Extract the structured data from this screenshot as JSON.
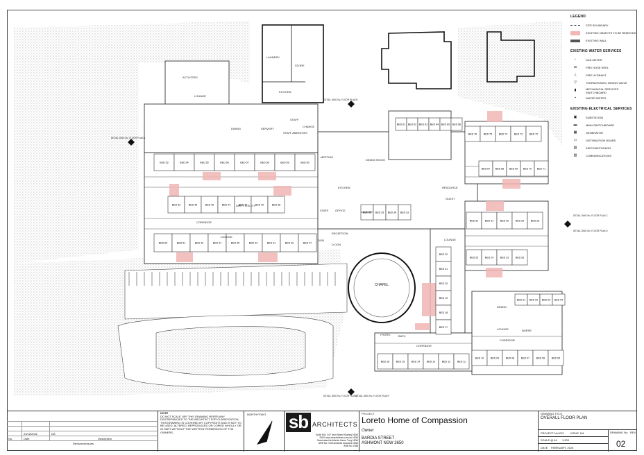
{
  "legend": {
    "title": "LEGEND",
    "items": [
      "SITE BOUNDARY",
      "EXISTING OBJECTS TO BE REMOVED",
      "EXISTING WALL"
    ],
    "water_title": "EXISTING WATER SERVICES",
    "water_items": [
      "GAS METER",
      "FIRE HOSE REEL",
      "FIRE HYDRANT",
      "THERMOSTATIC MIXING VALVE",
      "MECHANICAL SERVICES SWITCHBOARD",
      "WATER METER"
    ],
    "elec_title": "EXISTING ELECTRICAL SERVICES",
    "elec_items": [
      "SUBSTATION",
      "MAIN SWITCHBOARD",
      "GENERATOR",
      "DISTRIBUTION BOARD",
      "AIRCONDITIONING",
      "COMMUNICATIONS"
    ]
  },
  "rooms": {
    "activities": "ACTIVITIES",
    "lounge": "LOUNGE",
    "laundry": "LAUNDRY",
    "store": "STORE",
    "kitchen": "KITCHEN",
    "dining": "DINING",
    "servery": "SERVERY",
    "staff": "STAFF",
    "change": "CHANGE",
    "staff_amenities": "STAFF AMENITIES",
    "meeting": "MEETING",
    "dining_room": "DINING ROOM",
    "kitchen2": "KITCHEN",
    "resource": "RESOURCE",
    "guest": "GUEST",
    "corridor": "CORRIDOR",
    "dirty_utility": "DIRTY UTILITY",
    "staff_office": "STAFF",
    "office": "OFFICE",
    "reception": "RECEPTION",
    "don": "DON",
    "d_don": "D DON",
    "chapel": "CHAPEL",
    "bath": "BATH",
    "lounge2": "LOUNGE",
    "nurse": "NURSE",
    "corridor2": "CORRIDOR",
    "corridor3": "CORRIDOR",
    "dining2": "DINING",
    "lounge3": "LOUNGE",
    "lounge4": "LOUNGE",
    "lounge5": "LOUNGE",
    "hydro": "HYDRO"
  },
  "beds_top_left": [
    "BED 53",
    "BED 54",
    "BED 55",
    "BED 56",
    "BED 57",
    "BED 58",
    "BED 59",
    "BED 60"
  ],
  "beds_mid_left": [
    "BED 52",
    "BED 48",
    "BED 46",
    "BED 44",
    "BED 42",
    "BED 40",
    "BED 38"
  ],
  "beds_bot_left": [
    "BED 53",
    "BED 51",
    "BED 49",
    "BED 47",
    "BED 45",
    "BED 43",
    "BED 41",
    "BED 39",
    "BED 37"
  ],
  "beds_top_mid": [
    "BED 61",
    "BED 62",
    "BED 63",
    "BED 64",
    "BED 65",
    "BED 66"
  ],
  "beds_mid_mid": [
    "BED 36",
    "BED 35",
    "BED 34",
    "BED 33"
  ],
  "beds_top_right": [
    "BED 76",
    "BED 75",
    "BED 74",
    "BED 73",
    "BED 72"
  ],
  "beds_top_right2": [
    "BED 67",
    "BED 68",
    "BED 69",
    "BED 70",
    "BED 71"
  ],
  "beds_right_mid": [
    "BED 32",
    "BED 31",
    "BED 30",
    "BED 29",
    "BED 28"
  ],
  "beds_right_mid2": [
    "BED 25",
    "BED 24",
    "BED 23",
    "BED 26"
  ],
  "beds_chapel_col": [
    "BED 22",
    "BED 21",
    "BED 20",
    "BED 19",
    "BED 18",
    "BED 17"
  ],
  "beds_bottom": [
    "BED 16",
    "BED 15",
    "BED 14",
    "BED 13",
    "BED 12",
    "BED 11"
  ],
  "beds_bottom_right": [
    "BED 10",
    "BED 09",
    "BED 08",
    "BED 07",
    "BED 06",
    "BED 05"
  ],
  "beds_far_right": [
    "BED 01",
    "BED 02",
    "BED 03",
    "BED 04"
  ],
  "callouts": {
    "d1": "DETAIL DWG No. FLOOR PLAN A",
    "d2": "DETAIL DWG No. FLOOR PLAN B",
    "d3": "DETAIL DWG No. FLOOR PLAN C",
    "d4": "DETAIL DWG No. FLOOR PLAN D",
    "d5": "DETAIL DWG No. FLOOR PLAN E",
    "d6": "DETAIL DWG No. FLOOR PLAN F"
  },
  "titleblock": {
    "revisions": [
      {
        "no": "",
        "date": "",
        "desc": ""
      },
      {
        "no": "",
        "date": "",
        "desc": ""
      },
      {
        "no": "",
        "date": "23/12/2022",
        "desc": "DA"
      }
    ],
    "rev_head_no": "No.",
    "rev_head_date": "Date",
    "rev_head_desc": "Description",
    "rev_label": "Revisions/Issues",
    "note_label": "NOTE",
    "note_text": "DO NOT SCALE OFF THIS DRAWING REFER ANY DISCREPANCIES TO THE ARCHITECT FOR CLARIFICATION THIS DRAWING IS COVERED BY COPYRIGHT AND IS NOT TO BE USED, ALTERED, REPRODUCED OR COPIED WHOLLY OR IN PART WITHOUT THE WRITTEN PERMISSION OF THE OWNERS.",
    "north_label": "NORTH POINT",
    "logo_sb": "sb",
    "logo_arch": "ARCHITECTS",
    "logo_addr": "Suite 904, 447 Kent Street Sydney NSW 2000 www.sbarchitects.com.au NSW Nominated Architects Karen Tony NSW ARB No.7435 Amanda Dowlund NSW ARB No.7488",
    "project_label": "PROJECT",
    "project_title": "Loreto Home of Compassion",
    "client": "Owner",
    "street": "BARDIA STREET",
    "suburb": "ASHMONT  NSW  2650",
    "drawing_title_label": "DRAWING TITLE",
    "drawing_title": "OVERALL FLOOR PLAN",
    "project_no_label": "PROJECT No.",
    "project_no": "1021",
    "issue_label": "ISSUE",
    "issue": "DA",
    "scale_label": "SCALE @",
    "scale_sheet": "A1",
    "scale": "1:200",
    "date_label": "DATE",
    "date": "FEBRUARY, 2023",
    "drawing_no_label": "DRAWING No.",
    "drawing_no": "02",
    "rev_label2": "REV"
  },
  "colors": {
    "remove": "#f2b6b6",
    "wall": "#222222",
    "grass": "#bdbdbd"
  }
}
